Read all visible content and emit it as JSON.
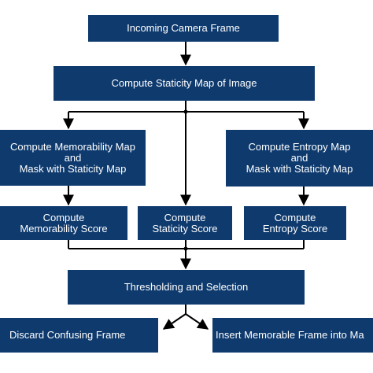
{
  "nodes": {
    "incoming": "Incoming Camera Frame",
    "staticity_map": "Compute Staticity Map of Image",
    "memorability_map": [
      "Compute Memorability Map",
      "and",
      "Mask with Staticity Map"
    ],
    "entropy_map": [
      "Compute Entropy Map",
      "and",
      "Mask with Staticity Map"
    ],
    "memorability_score": [
      "Compute",
      "Memorability Score"
    ],
    "staticity_score": [
      "Compute",
      "Staticity Score"
    ],
    "entropy_score": [
      "Compute",
      "Entropy Score"
    ],
    "thresholding": "Thresholding and Selection",
    "discard": "Discard Confusing Frame",
    "insert": "Insert Memorable Frame into Ma"
  },
  "colors": {
    "box": "#0e3a6e",
    "text": "#ffffff",
    "connector": "#000000"
  }
}
